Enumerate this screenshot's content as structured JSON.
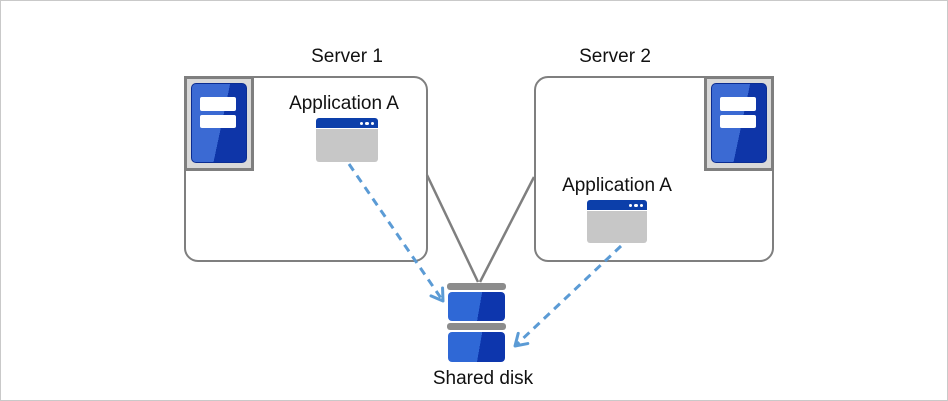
{
  "diagram": {
    "server1": {
      "label": "Server 1",
      "app": "Application A"
    },
    "server2": {
      "label": "Server 2",
      "app": "Application A"
    },
    "disk": {
      "label": "Shared disk"
    },
    "icons": {
      "server1_icon": "server-tower-icon",
      "server2_icon": "server-tower-icon",
      "app1_icon": "app-window-icon",
      "app2_icon": "app-window-icon",
      "disk_icon": "shared-disk-icon",
      "arrowheads": "open-chevron-arrow-icon"
    },
    "colors": {
      "box_border_gray": "#7f7f7f",
      "icon_frame_gray": "#d9d9d9",
      "server_blue_light": "#3b6ad3",
      "server_blue_dark": "#0e35a8",
      "window_titlebar_blue": "#0c3faa",
      "window_body_gray": "#c7c7c7",
      "disk_bar_gray": "#8c8c8c",
      "disk_blue_light": "#2f68d6",
      "disk_blue_dark": "#0d36ad",
      "arrow_dashed_blue": "#5b9bd5",
      "text_color": "#111111"
    }
  }
}
